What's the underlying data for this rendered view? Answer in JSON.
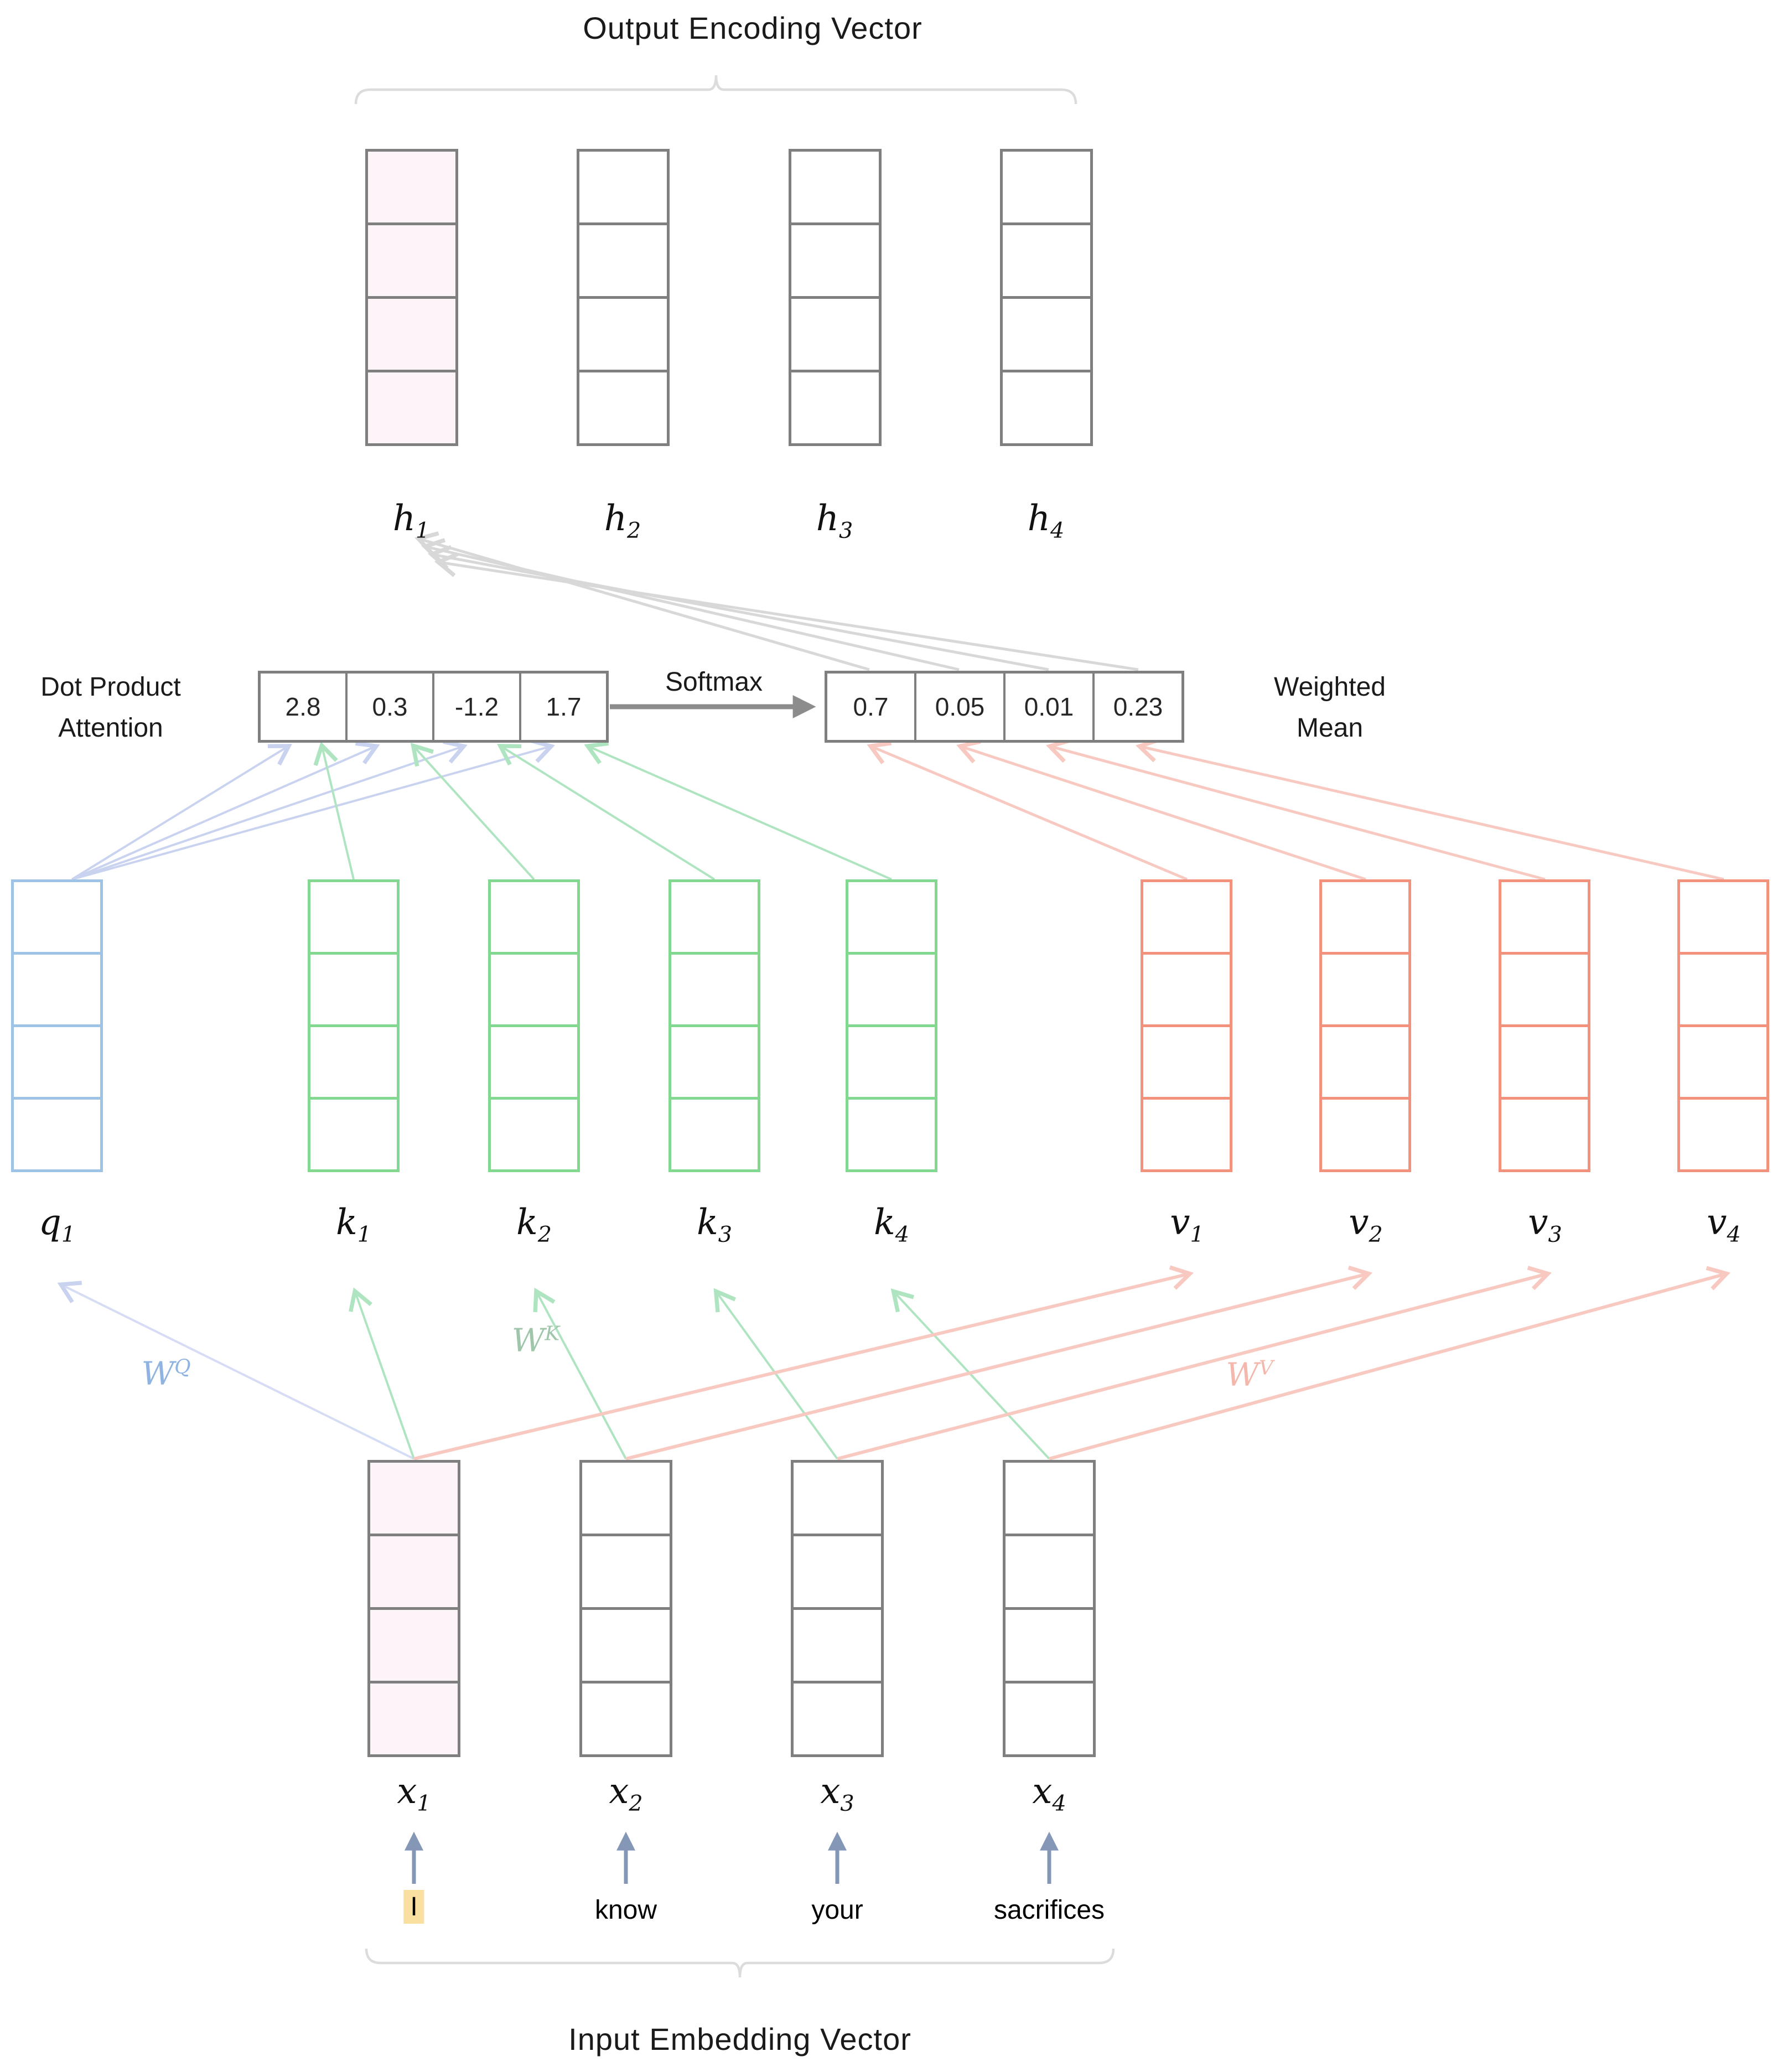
{
  "titles": {
    "output_encoding": "Output Encoding Vector",
    "input_embedding": "Input Embedding Vector"
  },
  "labels": {
    "dot_product_line1": "Dot Product",
    "dot_product_line2": "Attention",
    "softmax": "Softmax",
    "weighted_line1": "Weighted",
    "weighted_line2": "Mean"
  },
  "attention": {
    "scores": [
      "2.8",
      "0.3",
      "-1.2",
      "1.7"
    ],
    "weights": [
      "0.7",
      "0.05",
      "0.01",
      "0.23"
    ]
  },
  "math_labels": {
    "h": [
      {
        "base": "h",
        "sub": "1"
      },
      {
        "base": "h",
        "sub": "2"
      },
      {
        "base": "h",
        "sub": "3"
      },
      {
        "base": "h",
        "sub": "4"
      }
    ],
    "q": [
      {
        "base": "q",
        "sub": "1"
      }
    ],
    "k": [
      {
        "base": "k",
        "sub": "1"
      },
      {
        "base": "k",
        "sub": "2"
      },
      {
        "base": "k",
        "sub": "3"
      },
      {
        "base": "k",
        "sub": "4"
      }
    ],
    "v": [
      {
        "base": "v",
        "sub": "1"
      },
      {
        "base": "v",
        "sub": "2"
      },
      {
        "base": "v",
        "sub": "3"
      },
      {
        "base": "v",
        "sub": "4"
      }
    ],
    "x": [
      {
        "base": "x",
        "sub": "1"
      },
      {
        "base": "x",
        "sub": "2"
      },
      {
        "base": "x",
        "sub": "3"
      },
      {
        "base": "x",
        "sub": "4"
      }
    ]
  },
  "weight_matrices": {
    "q": {
      "base": "W",
      "sup": "Q"
    },
    "k": {
      "base": "W",
      "sup": "K"
    },
    "v": {
      "base": "W",
      "sup": "V"
    }
  },
  "words": [
    "I",
    "know",
    "your",
    "sacrifices"
  ],
  "colors": {
    "cell_border_gray": "#7f7f7f",
    "q_border_blue": "#9dc3e6",
    "k_border_green": "#82d88e",
    "v_border_salmon": "#f2917c",
    "h1_x1_fill_pink": "#fdf4f9",
    "q_line_blue": "#c9d3f0",
    "k_line_green": "#aee5c0",
    "v_line_pink": "#f8c9c0",
    "gray_line": "#d8d8d8",
    "softmax_arrow_gray": "#8c8c8c",
    "word_arrow_steel": "#8497b6",
    "word_highlight_yellow": "#fae0a0",
    "wq_text_blue": "#8fb4e2",
    "wk_text_green": "#9fc6aa",
    "wv_text_pink": "#f4b7ac",
    "brace_gray": "#dcdcdc"
  }
}
